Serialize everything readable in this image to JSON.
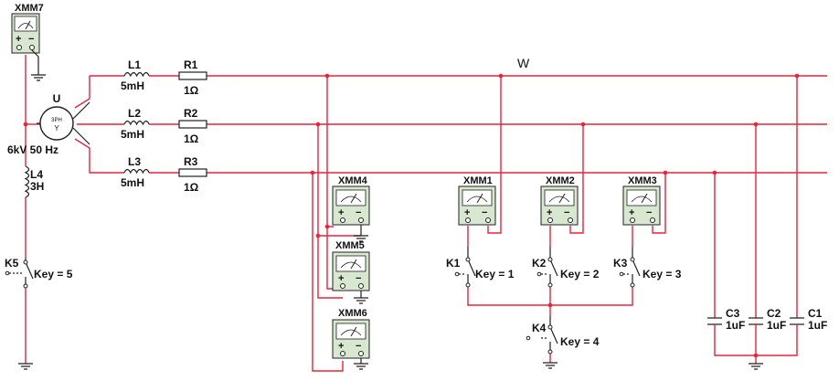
{
  "colors": {
    "wire": "#e8233a",
    "ground": "#202020",
    "meter_body": "#d7e7d0",
    "meter_screen": "#ffffff"
  },
  "source": {
    "name": "U",
    "symbol_top": "3PH",
    "symbol_bottom": "Y",
    "rating": "6kV 50 Hz"
  },
  "bus_label": "W",
  "inductors": [
    {
      "name": "L1",
      "value": "5mH"
    },
    {
      "name": "L2",
      "value": "5mH"
    },
    {
      "name": "L3",
      "value": "5mH"
    },
    {
      "name": "L4",
      "value": "3H"
    }
  ],
  "resistors": [
    {
      "name": "R1",
      "value": "1Ω"
    },
    {
      "name": "R2",
      "value": "1Ω"
    },
    {
      "name": "R3",
      "value": "1Ω"
    }
  ],
  "capacitors": [
    {
      "name": "C1",
      "value": "1uF"
    },
    {
      "name": "C2",
      "value": "1uF"
    },
    {
      "name": "C3",
      "value": "1uF"
    }
  ],
  "switches": [
    {
      "name": "K1",
      "key": "Key = 1"
    },
    {
      "name": "K2",
      "key": "Key = 2"
    },
    {
      "name": "K3",
      "key": "Key = 3"
    },
    {
      "name": "K4",
      "key": "Key = 4"
    },
    {
      "name": "K5",
      "key": "Key = 5"
    }
  ],
  "meters": [
    {
      "name": "XMM1",
      "plus": "+",
      "minus": "−"
    },
    {
      "name": "XMM2",
      "plus": "+",
      "minus": "−"
    },
    {
      "name": "XMM3",
      "plus": "+",
      "minus": "−"
    },
    {
      "name": "XMM4",
      "plus": "+",
      "minus": "−"
    },
    {
      "name": "XMM5",
      "plus": "+",
      "minus": "−"
    },
    {
      "name": "XMM6",
      "plus": "+",
      "minus": "−"
    },
    {
      "name": "XMM7",
      "plus": "+",
      "minus": "−"
    }
  ]
}
